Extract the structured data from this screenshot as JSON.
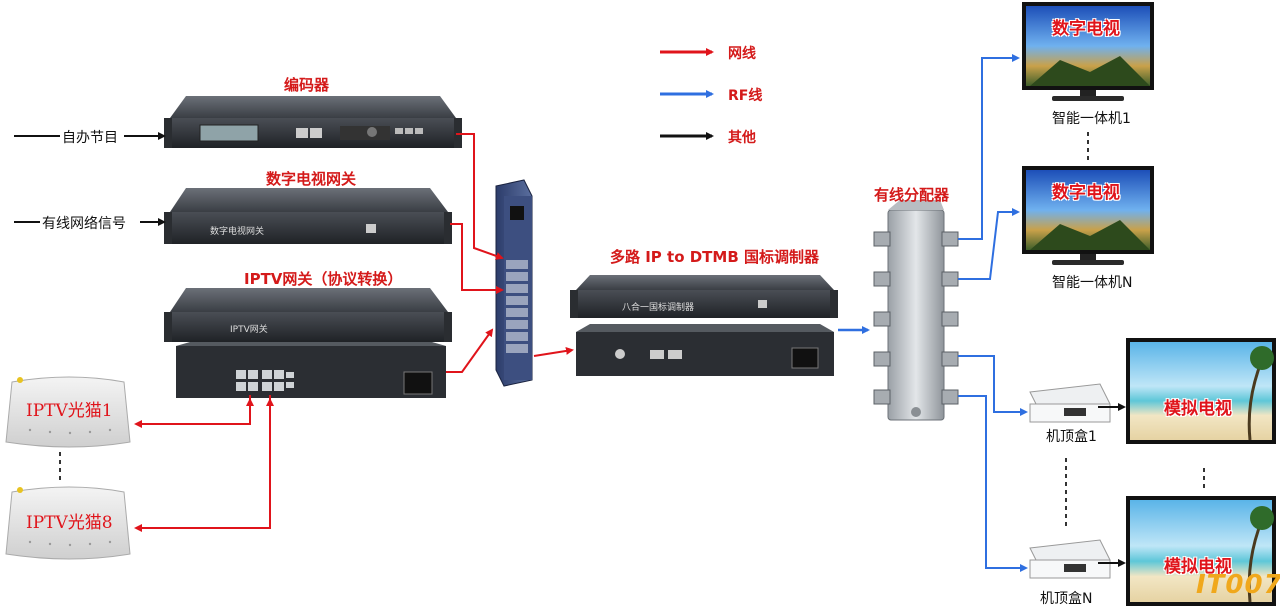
{
  "legend": {
    "network": "网线",
    "rf": "RF线",
    "other": "其他"
  },
  "colors": {
    "network": "#e0141b",
    "rf": "#2f6fe0",
    "other": "#111111"
  },
  "devices": {
    "encoder": "编码器",
    "dtv_gateway": "数字电视网关",
    "dtv_gateway_panel": "数字电视网关",
    "iptv_gateway": "IPTV网关（协议转换）",
    "iptv_gateway_panel": "IPTV网关",
    "modulator": "多路 IP to DTMB 国标调制器",
    "modulator_panel": "八合一国标调制器",
    "splitter": "有线分配器"
  },
  "inputs": {
    "self_program": "自办节目",
    "cable_signal": "有线网络信号"
  },
  "modems": [
    "IPTV光猫1",
    "IPTV光猫8"
  ],
  "smart_tvs": [
    {
      "screen": "数字电视",
      "caption": "智能一体机1"
    },
    {
      "screen": "数字电视",
      "caption": "智能一体机N"
    }
  ],
  "analog_tvs": [
    {
      "screen": "模拟电视",
      "caption": "机顶盒1"
    },
    {
      "screen": "模拟电视",
      "caption": "机顶盒N"
    }
  ],
  "watermark": "IT007"
}
